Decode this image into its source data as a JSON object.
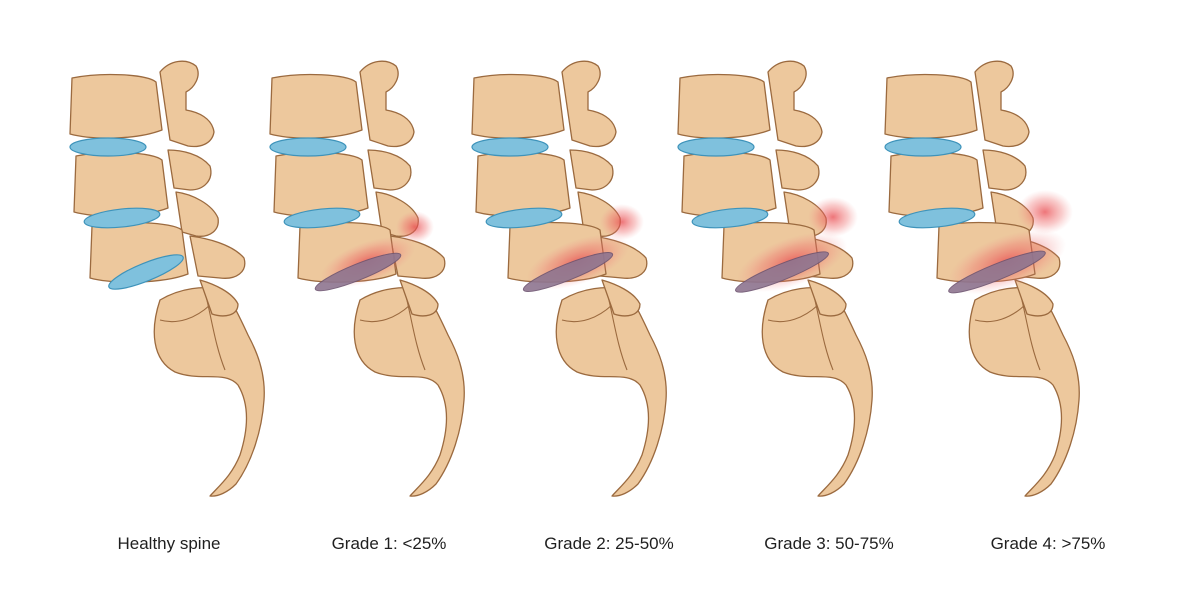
{
  "colors": {
    "bone": "#edc89d",
    "bone_outline": "#9b6a3f",
    "disc": "#7fc1dd",
    "disc_outline": "#3e93ba",
    "slipped_disc": "#8e7590",
    "inflammation": "#e8474c",
    "caption_text": "#1f1f1f"
  },
  "panels": [
    {
      "caption": "Healthy spine",
      "grade": 0
    },
    {
      "caption": "Grade 1: <25%",
      "grade": 1
    },
    {
      "caption": "Grade 2: 25-50%",
      "grade": 2
    },
    {
      "caption": "Grade 3: 50-75%",
      "grade": 3
    },
    {
      "caption": "Grade 4: >75%",
      "grade": 4
    }
  ]
}
